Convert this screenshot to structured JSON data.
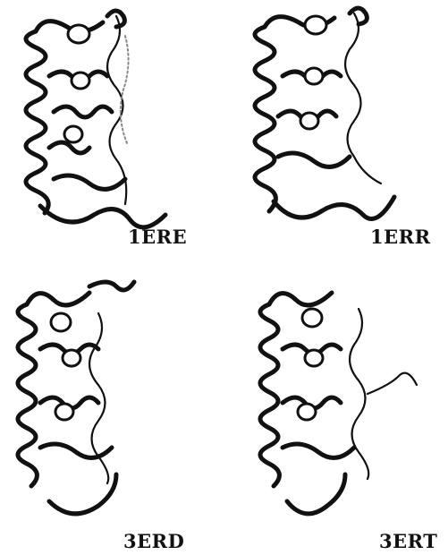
{
  "figure": {
    "panels": [
      {
        "label": "1ERE"
      },
      {
        "label": "1ERR"
      },
      {
        "label": "3ERD"
      },
      {
        "label": "3ERT"
      }
    ]
  }
}
